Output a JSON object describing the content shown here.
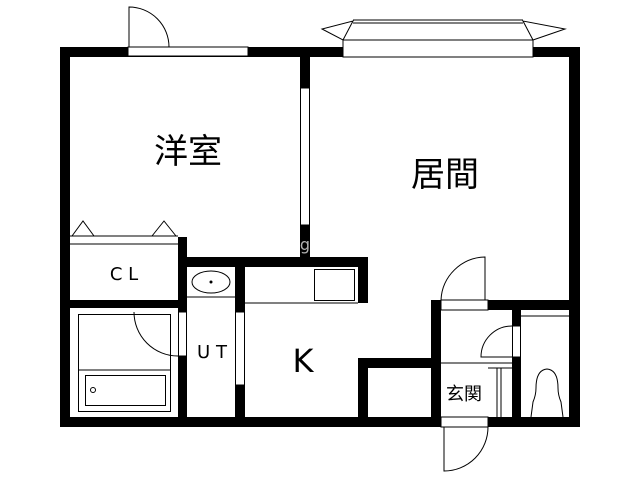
{
  "floorplan": {
    "rooms": {
      "western_room": "洋室",
      "living_room": "居間",
      "closet": "C L",
      "unit_bath": "U T",
      "kitchen": "K",
      "entrance": "玄関"
    },
    "watermark": "g",
    "colors": {
      "wall": "#000000",
      "background": "#ffffff",
      "watermark": "#b0b0b0"
    }
  }
}
